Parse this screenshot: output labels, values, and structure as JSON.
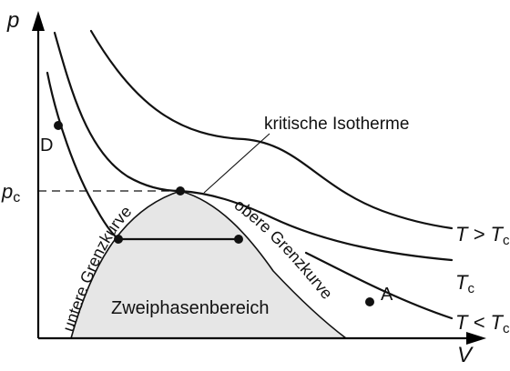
{
  "axes": {
    "y_label": "p",
    "x_label": "V",
    "pc_label": "p",
    "pc_sub": "c"
  },
  "isotherms": {
    "above": {
      "prefix": "T > T",
      "sub": "c"
    },
    "critical": {
      "prefix": "T",
      "sub": "c"
    },
    "below": {
      "prefix": "T < T",
      "sub": "c"
    }
  },
  "annotations": {
    "critical_isotherm": "kritische Isotherme",
    "lower_boundary": "untere Grenzkurve",
    "upper_boundary": "obere Grenzkurve",
    "two_phase_region": "Zweiphasenbereich"
  },
  "points": {
    "A": "A",
    "D": "D"
  },
  "colors": {
    "region_fill": "#e6e6e6",
    "line": "#111111"
  }
}
